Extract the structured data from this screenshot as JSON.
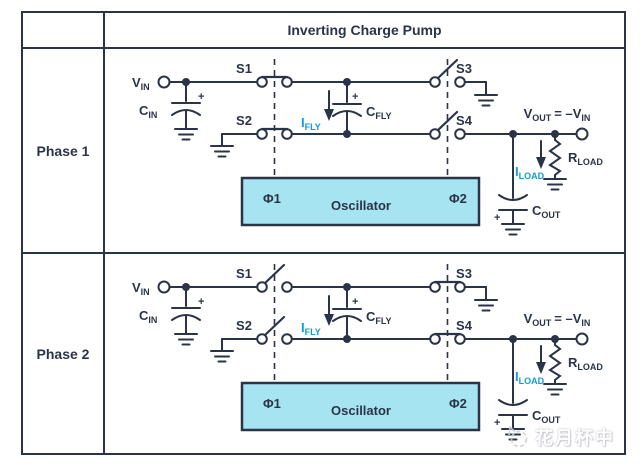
{
  "header": {
    "title": "Inverting Charge Pump"
  },
  "colors": {
    "line": "#2b3447",
    "accent_blue": "#0f9cd8",
    "oscillator_fill": "#a6e4f2",
    "table_border": "#2b3447",
    "watermark_gray": "#c9c9d2"
  },
  "circuit": {
    "vin": {
      "main": "V",
      "sub": "IN"
    },
    "cin": {
      "main": "C",
      "sub": "IN"
    },
    "cfly": {
      "main": "C",
      "sub": "FLY"
    },
    "ifly": {
      "main": "I",
      "sub": "FLY"
    },
    "cout": {
      "main": "C",
      "sub": "OUT"
    },
    "rload": {
      "main": "R",
      "sub": "LOAD"
    },
    "iload": {
      "main": "I",
      "sub": "LOAD"
    },
    "vout": {
      "p1": "V",
      "s1": "OUT",
      "p2": "= –V",
      "s2": "IN"
    },
    "plus": "+",
    "s1": "S1",
    "s2": "S2",
    "s3": "S3",
    "s4": "S4",
    "phi1": "Φ1",
    "phi2": "Φ2",
    "oscillator": "Oscillator"
  },
  "phases": [
    {
      "label": "Phase 1",
      "switches": {
        "S1": "closed",
        "S2": "closed",
        "S3": "open",
        "S4": "open"
      }
    },
    {
      "label": "Phase 2",
      "switches": {
        "S1": "open",
        "S2": "open",
        "S3": "closed",
        "S4": "closed"
      }
    }
  ],
  "watermark": {
    "text": "花月杯中"
  }
}
